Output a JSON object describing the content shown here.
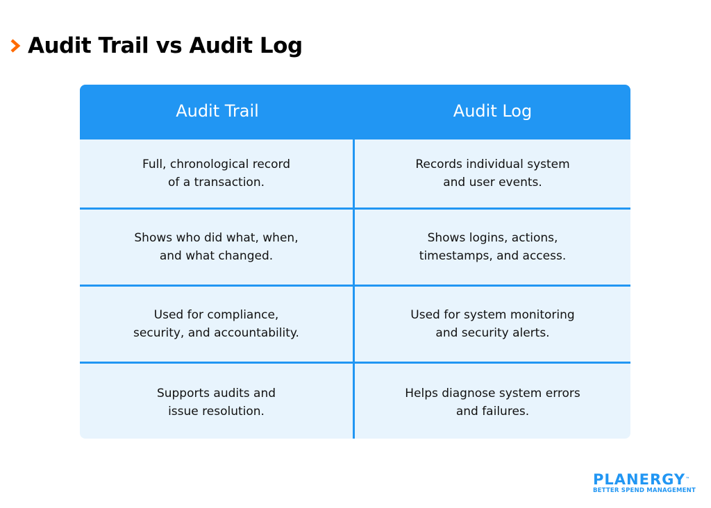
{
  "title": "Audit Trail vs Audit Log",
  "colors": {
    "accent": "#ff6a00",
    "header": "#2196f3",
    "cell_bg": "#e8f4fd"
  },
  "table": {
    "headers": [
      "Audit Trail",
      "Audit Log"
    ],
    "rows": [
      [
        "Full, chronological record\nof a transaction.",
        "Records individual system\nand user events."
      ],
      [
        "Shows who did what, when,\nand what changed.",
        "Shows logins, actions,\ntimestamps, and access."
      ],
      [
        "Used for compliance,\nsecurity, and accountability.",
        "Used for system monitoring\nand security alerts."
      ],
      [
        "Supports audits and\nissue resolution.",
        "Helps diagnose system errors\nand failures."
      ]
    ]
  },
  "logo": {
    "name": "PLANERGY",
    "trademark": "™",
    "tagline": "BETTER SPEND MANAGEMENT"
  }
}
